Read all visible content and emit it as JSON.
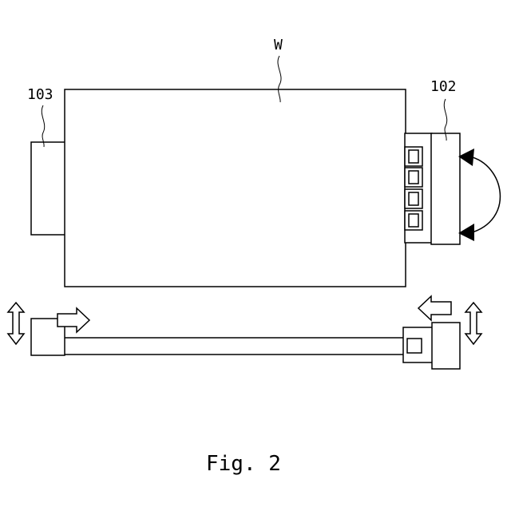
{
  "labels": {
    "workpiece": "W",
    "left_unit": "103",
    "right_unit": "102"
  },
  "caption": "Fig. 2",
  "colors": {
    "line": "#000000",
    "background": "#ffffff"
  }
}
